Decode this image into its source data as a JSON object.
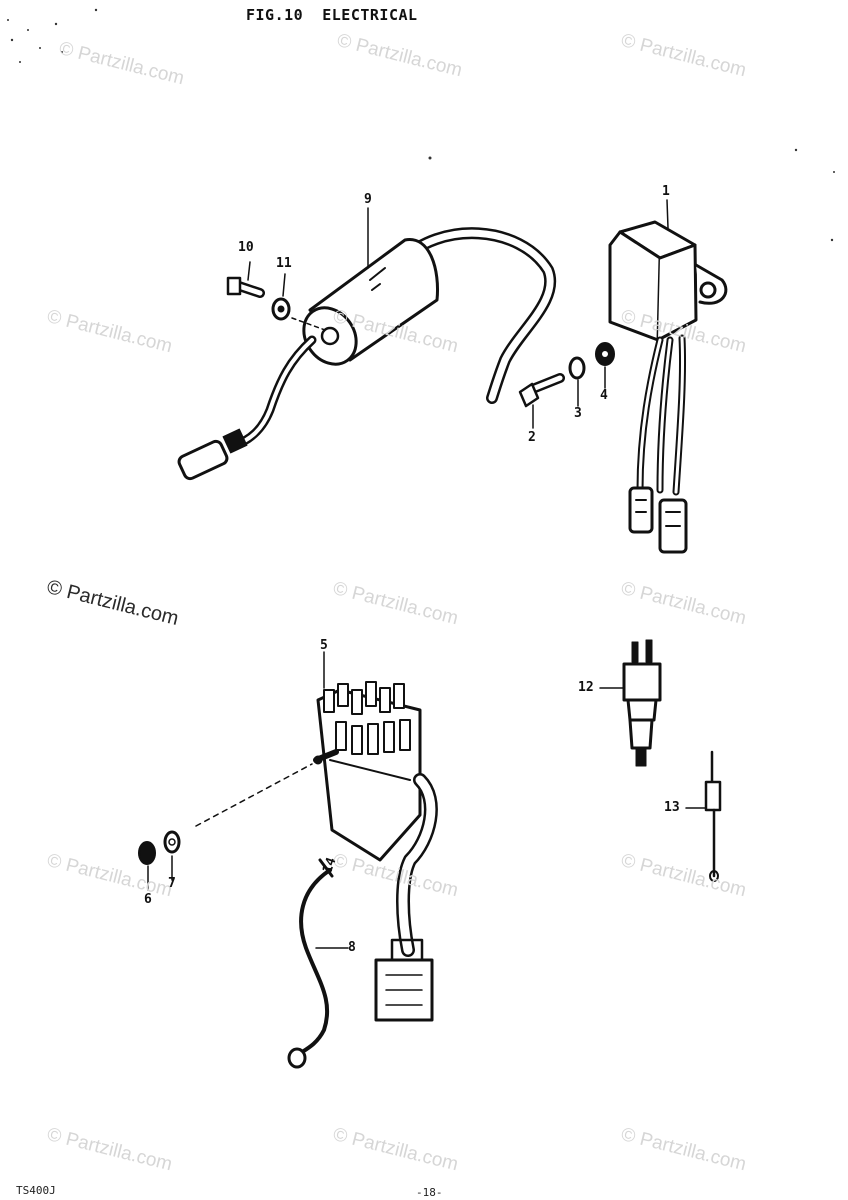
{
  "header": {
    "title": "FIG.10  ELECTRICAL"
  },
  "watermark": {
    "text": "© Partzilla.com"
  },
  "callouts": {
    "c1": "1",
    "c2": "2",
    "c3": "3",
    "c4": "4",
    "c5": "5",
    "c6": "6",
    "c7": "7",
    "c8": "8",
    "c9": "9",
    "c10": "10",
    "c11": "11",
    "c12": "12",
    "c13": "13",
    "c14": "14"
  },
  "footer": {
    "code": "TS400J",
    "page": "-18-"
  }
}
